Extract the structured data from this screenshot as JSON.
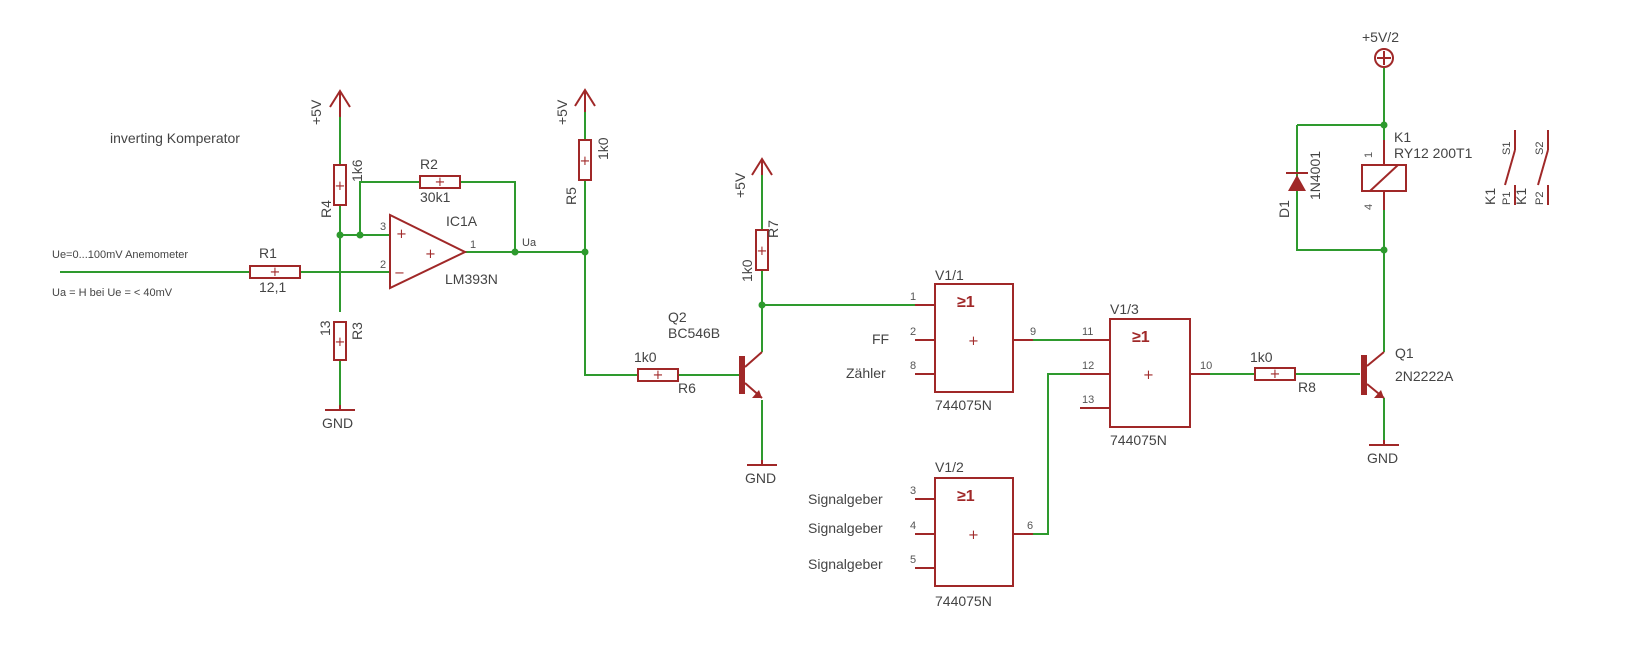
{
  "annotations": {
    "title": "inverting Komperator",
    "note_ue": "Ue=0...100mV Anemometer",
    "note_ua": "Ua = H bei Ue = < 40mV",
    "net_ua": "Ua"
  },
  "supplies": {
    "p5v_a": "+5V",
    "p5v_b": "+5V",
    "p5v_c": "+5V",
    "p5v2": "+5V/2"
  },
  "grounds": {
    "gnd1": "GND",
    "gnd2": "GND",
    "gnd3": "GND"
  },
  "resistors": {
    "r1_name": "R1",
    "r1_value": "12,1",
    "r2_name": "R2",
    "r2_value": "30k1",
    "r3_name": "R3",
    "r3_value": "13",
    "r4_name": "R4",
    "r4_value": "1k6",
    "r5_name": "R5",
    "r5_value": "1k0",
    "r6_name": "R6",
    "r6_value": "1k0",
    "r7_name": "R7",
    "r7_value": "1k0",
    "r8_name": "R8",
    "r8_value": "1k0"
  },
  "opamp": {
    "name": "IC1A",
    "part": "LM393N",
    "pin_plus": "3",
    "pin_minus": "2",
    "pin_out": "1"
  },
  "transistors": {
    "q2_name": "Q2",
    "q2_part": "BC546B",
    "q1_name": "Q1",
    "q1_part": "2N2222A"
  },
  "gates": {
    "g1_name": "V1/1",
    "g1_part": "744075N",
    "g1_sym": "≥1",
    "g1_in1": "1",
    "g1_in2": "2",
    "g1_in3": "8",
    "g1_out": "9",
    "g2_name": "V1/2",
    "g2_part": "744075N",
    "g2_sym": "≥1",
    "g2_in1": "3",
    "g2_in2": "4",
    "g2_in3": "5",
    "g2_out": "6",
    "g3_name": "V1/3",
    "g3_part": "744075N",
    "g3_sym": "≥1",
    "g3_in1": "11",
    "g3_in2": "12",
    "g3_in3": "13",
    "g3_out": "10"
  },
  "inputs": {
    "ff": "FF",
    "zaehler": "Zähler",
    "sig1": "Signalgeber",
    "sig2": "Signalgeber",
    "sig3": "Signalgeber"
  },
  "diode": {
    "name": "D1",
    "part": "1N4001"
  },
  "relay": {
    "name": "K1",
    "part": "RY12 200T1",
    "pin1": "1",
    "pin4": "4",
    "c1_name": "K1",
    "c1_s": "S1",
    "c1_p": "P1",
    "c2_name": "K1",
    "c2_s": "S2",
    "c2_p": "P2"
  },
  "colors": {
    "wire": "#2e9a2e",
    "symbol": "#a02828",
    "text": "#444444"
  }
}
